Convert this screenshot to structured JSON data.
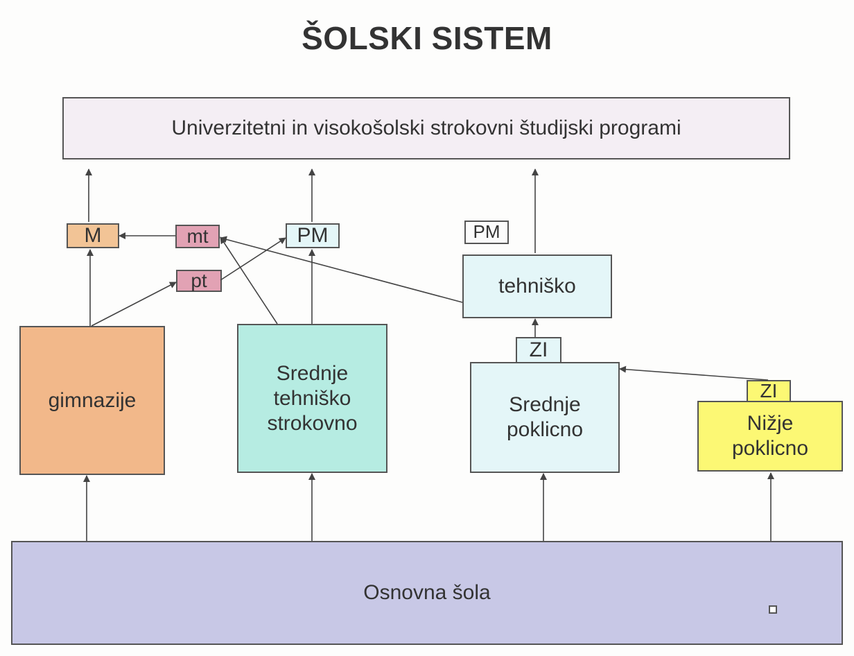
{
  "title": "ŠOLSKI SISTEM",
  "boxes": {
    "university": "Univerzitetni in visokošolski strokovni študijski programi",
    "m": "M",
    "mt": "mt",
    "pt": "pt",
    "pm1": "PM",
    "pm2": "PM",
    "tehnisko": "tehniško",
    "gimnazije": "gimnazije",
    "srednje_tehnisko": "Srednje tehniško strokovno",
    "zi1": "ZI",
    "srednje_poklicno": "Srednje poklicno",
    "zi2": "ZI",
    "nizje_poklicno": "Nižje poklicno",
    "osnovna": "Osnovna šola"
  },
  "colors": {
    "university": "#f4eef4",
    "m": "#f2c496",
    "mt_pt": "#e2a2b4",
    "cyan_light": "#e4f6f8",
    "gimnazije": "#f2b88a",
    "srednje_tehnisko": "#b6ece2",
    "yellow": "#fcf874",
    "osnovna": "#c8c8e6",
    "arrow": "#444444"
  }
}
